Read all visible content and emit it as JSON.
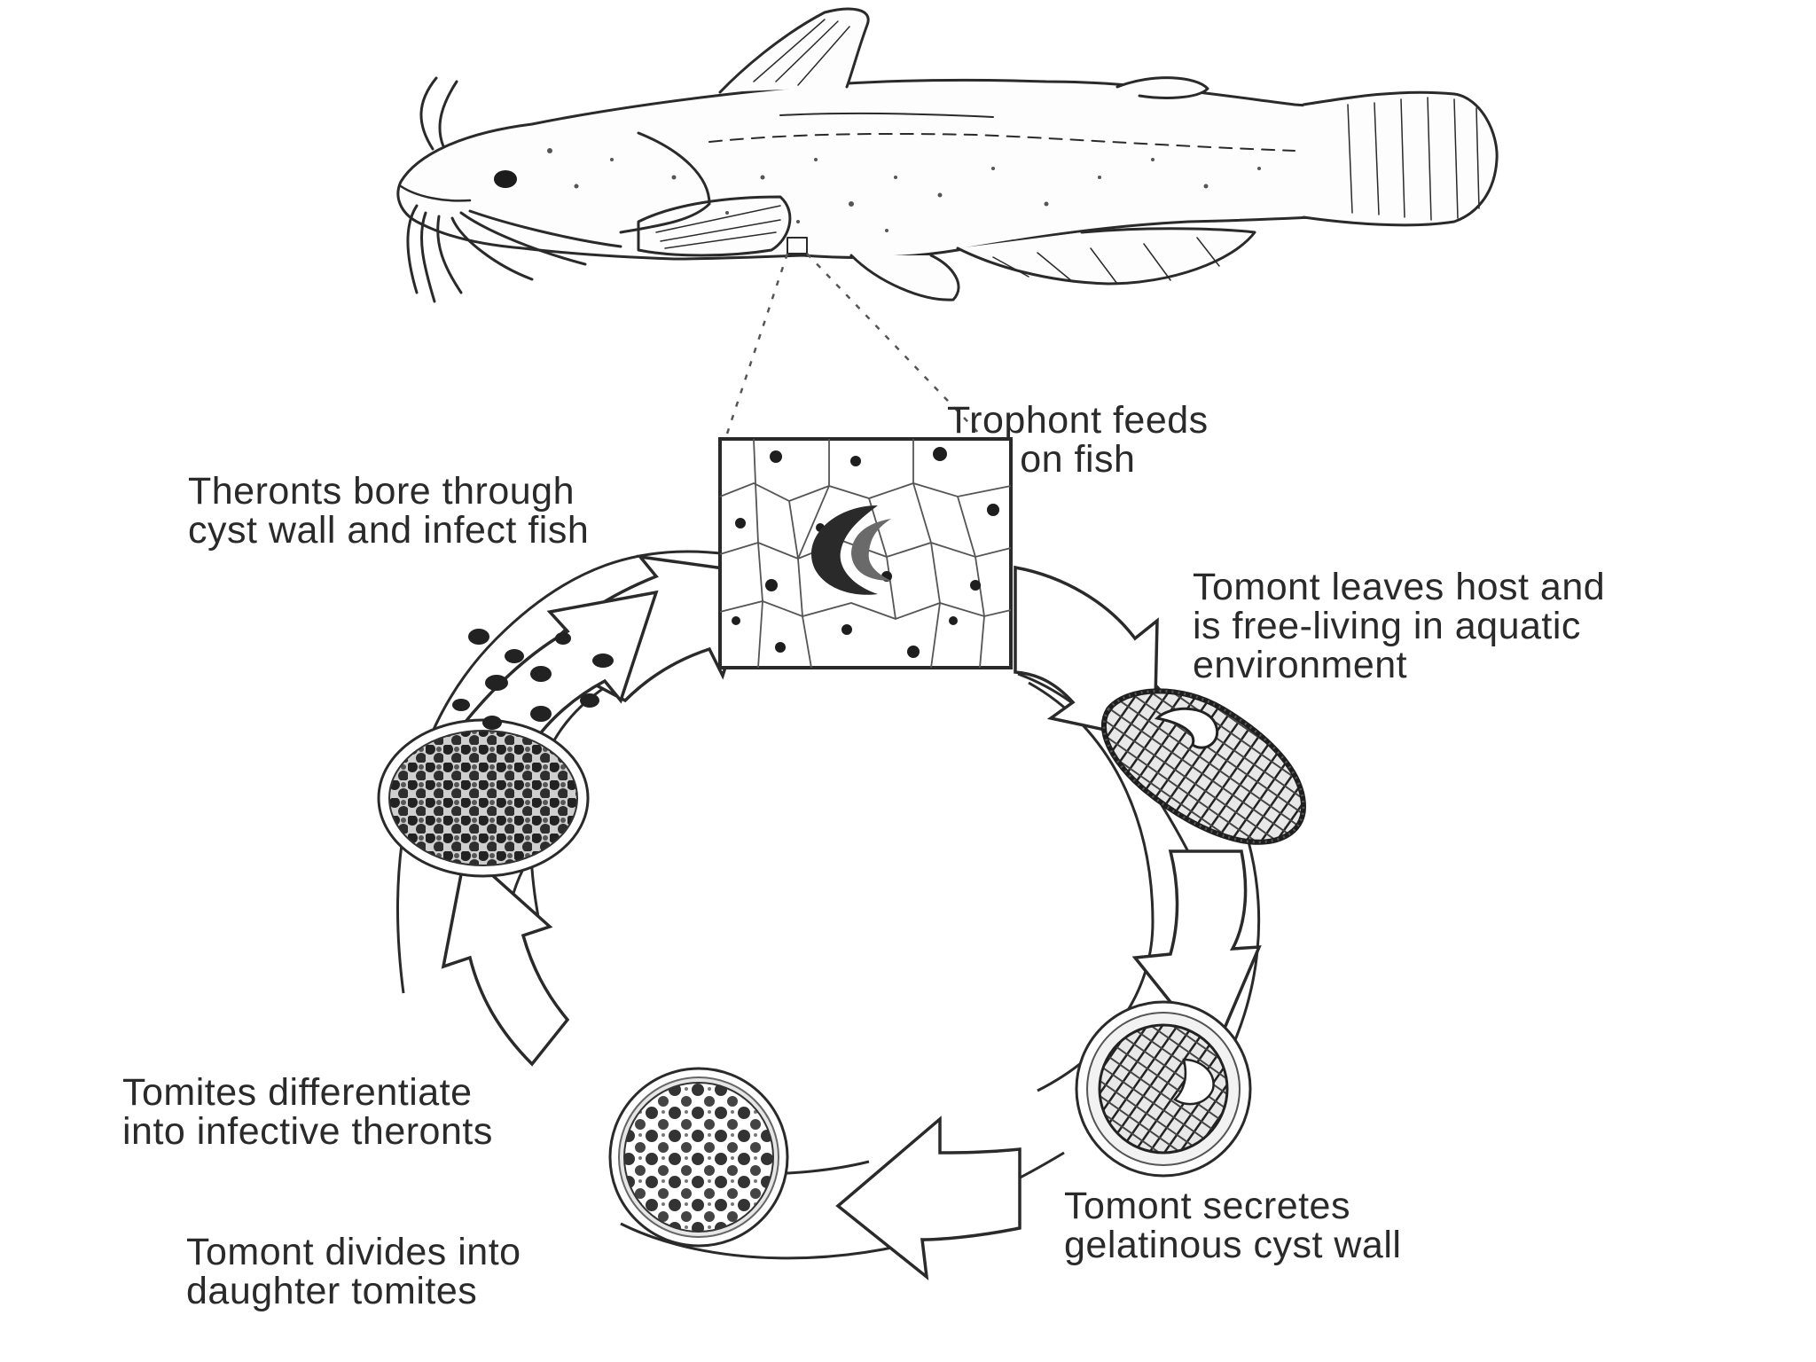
{
  "labels": {
    "trophont": [
      "Trophont feeds",
      "on fish"
    ],
    "theronts_bore": [
      "Theronts bore through",
      "cyst wall and infect fish"
    ],
    "tomont_leaves": [
      "Tomont leaves host and",
      "is free-living in aquatic",
      "environment"
    ],
    "tomites_diff": [
      "Tomites differentiate",
      "into infective theronts"
    ],
    "tomont_secretes": [
      "Tomont secretes",
      "gelatinous cyst wall"
    ],
    "tomont_divides": [
      "Tomont divides into",
      "daughter tomites"
    ]
  },
  "colors": {
    "ink": "#2a2a2a",
    "background": "#ffffff"
  }
}
